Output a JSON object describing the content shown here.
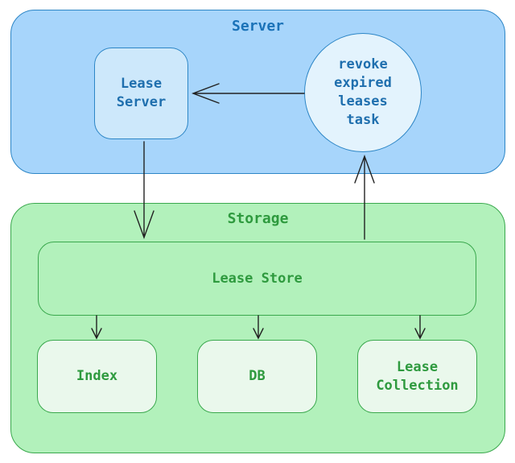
{
  "server": {
    "title": "Server",
    "lease_server_lines": [
      "Lease",
      "Server"
    ],
    "revoke_task_lines": [
      "revoke",
      "expired",
      "leases",
      "task"
    ]
  },
  "storage": {
    "title": "Storage",
    "lease_store": "Lease Store",
    "index": "Index",
    "db": "DB",
    "lease_collection_lines": [
      "Lease",
      "Collection"
    ]
  },
  "colors": {
    "server_fill": "#a7d5fb",
    "server_stroke": "#2d86c6",
    "storage_fill": "#b2f1bb",
    "storage_stroke": "#3aa84d",
    "arrow": "#222222"
  }
}
